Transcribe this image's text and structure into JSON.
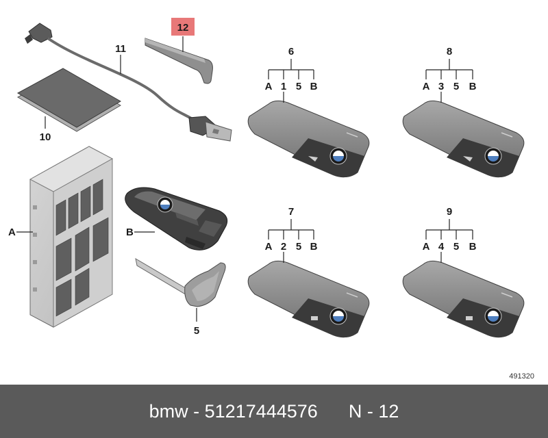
{
  "diagram": {
    "drawing_number": "491320",
    "highlight_color": "#e87878",
    "callouts": {
      "c12": "12",
      "c11": "11",
      "c10": "10",
      "cA": "A",
      "cB": "B",
      "c5": "5",
      "c6": "6",
      "c7": "7",
      "c8": "8",
      "c9": "9"
    },
    "trees": {
      "t6": [
        "A",
        "1",
        "5",
        "B"
      ],
      "t7": [
        "A",
        "2",
        "5",
        "B"
      ],
      "t8": [
        "A",
        "3",
        "5",
        "B"
      ],
      "t9": [
        "A",
        "4",
        "5",
        "B"
      ]
    }
  },
  "footer": {
    "brand": "bmw",
    "separator": " - ",
    "part_number": "51217444576",
    "position": "N - 12",
    "background": "#5a5a5a"
  }
}
